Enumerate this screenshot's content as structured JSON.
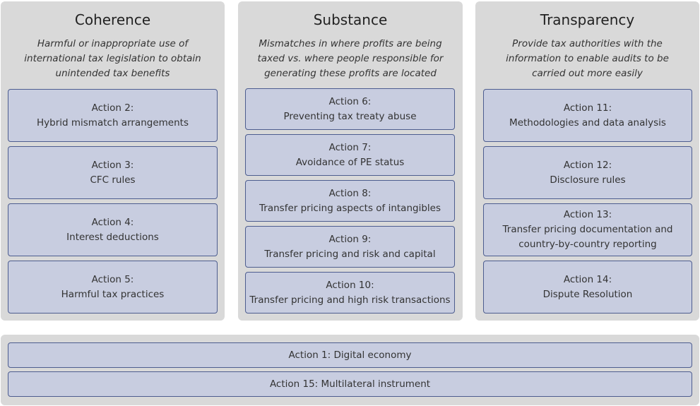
{
  "pillars": [
    {
      "title": "Coherence",
      "description": "Harmful or inappropriate use of international tax legislation to obtain unintended tax benefits",
      "actions": [
        {
          "label": "Action 2:",
          "name": "Hybrid mismatch arrangements"
        },
        {
          "label": "Action 3:",
          "name": "CFC rules"
        },
        {
          "label": "Action 4:",
          "name": "Interest deductions"
        },
        {
          "label": "Action 5:",
          "name": "Harmful tax practices"
        }
      ]
    },
    {
      "title": "Substance",
      "description": "Mismatches in where profits are being taxed vs. where people responsible for generating these profits are located",
      "actions": [
        {
          "label": "Action 6:",
          "name": "Preventing tax treaty abuse"
        },
        {
          "label": "Action 7:",
          "name": "Avoidance of PE status"
        },
        {
          "label": "Action 8:",
          "name": "Transfer pricing aspects of intangibles"
        },
        {
          "label": "Action 9:",
          "name": "Transfer pricing and risk and capital"
        },
        {
          "label": "Action 10:",
          "name": "Transfer pricing and high risk transactions"
        }
      ]
    },
    {
      "title": "Transparency",
      "description": "Provide tax authorities with the information to enable audits to be carried out more easily",
      "actions": [
        {
          "label": "Action 11:",
          "name": "Methodologies and data analysis"
        },
        {
          "label": "Action 12:",
          "name": "Disclosure rules"
        },
        {
          "label": "Action 13:",
          "name": "Transfer pricing documentation and country-by-country reporting"
        },
        {
          "label": "Action 14:",
          "name": "Dispute Resolution"
        }
      ]
    }
  ],
  "cross_cutting": [
    "Action 1: Digital economy",
    "Action 15: Multilateral instrument"
  ]
}
